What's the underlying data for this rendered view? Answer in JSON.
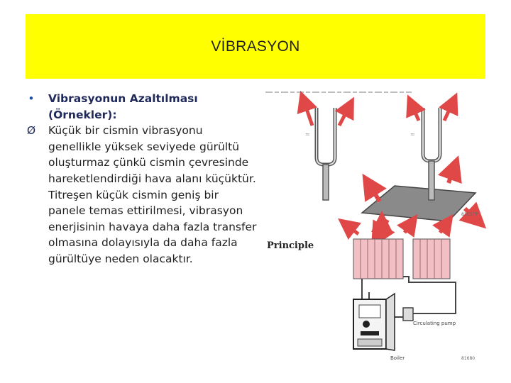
{
  "slide": {
    "title": "VİBRASYON",
    "bullet_marker": "•",
    "arrow_marker": "Ø",
    "subtitle_line1": "Vibrasyonun Azaltılması",
    "subtitle_line2": "(Örnekler):",
    "paragraph": "Küçük bir cismin vibrasyonu genellikle yüksek seviyede gürültü oluşturmaz çünkü cismin çevresinde hareketlendirdiği hava alanı küçüktür. Titreşen küçük cismin geniş bir panele temas ettirilmesi, vibrasyon enerjisinin havaya daha fazla transfer olmasına dolayısıyla da daha fazla gürültüye neden olacaktır."
  },
  "figure": {
    "principle_label": "Principle",
    "pump_label": "Circulating pump",
    "boiler_label": "Boiler",
    "code1": "81C57P",
    "code2": "81680",
    "colors": {
      "arrow": "#e04848",
      "radiator": "#f2c0c4",
      "pipe": "#444444"
    }
  }
}
